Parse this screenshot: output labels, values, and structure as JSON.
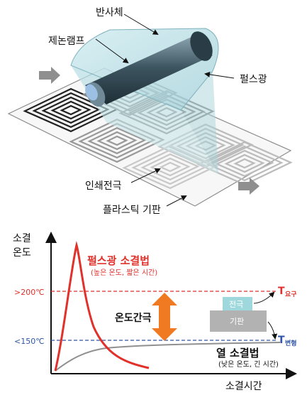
{
  "top_labels": {
    "reflector": "반사체",
    "xenon_lamp": "제논램프",
    "pulse_light": "펄스광",
    "printed_electrode": "인쇄전극",
    "plastic_substrate": "플라스틱 기판"
  },
  "chart": {
    "ylabel_line1": "소결",
    "ylabel_line2": "온도",
    "xlabel": "소결시간",
    "pulse_title": "펄스광 소결법",
    "pulse_sub": "(높은 온도, 짧은 시간)",
    "thermal_title": "열 소결법",
    "thermal_sub": "(낮은 온도, 긴 시간)",
    "gap_label": "온도간극",
    "t_high": ">200℃",
    "t_low": "<150℃",
    "t_req_main": "T",
    "t_req_sub": "요구",
    "t_def_main": "T",
    "t_def_sub": "변형",
    "inset_electrode": "전극",
    "inset_substrate": "기판"
  },
  "colors": {
    "red": "#e0312b",
    "blue": "#2f55a8",
    "orange": "#f07a22",
    "gray_curve": "#909090",
    "electrode": "#9fd8dc",
    "substrate": "#b2b2b2"
  }
}
